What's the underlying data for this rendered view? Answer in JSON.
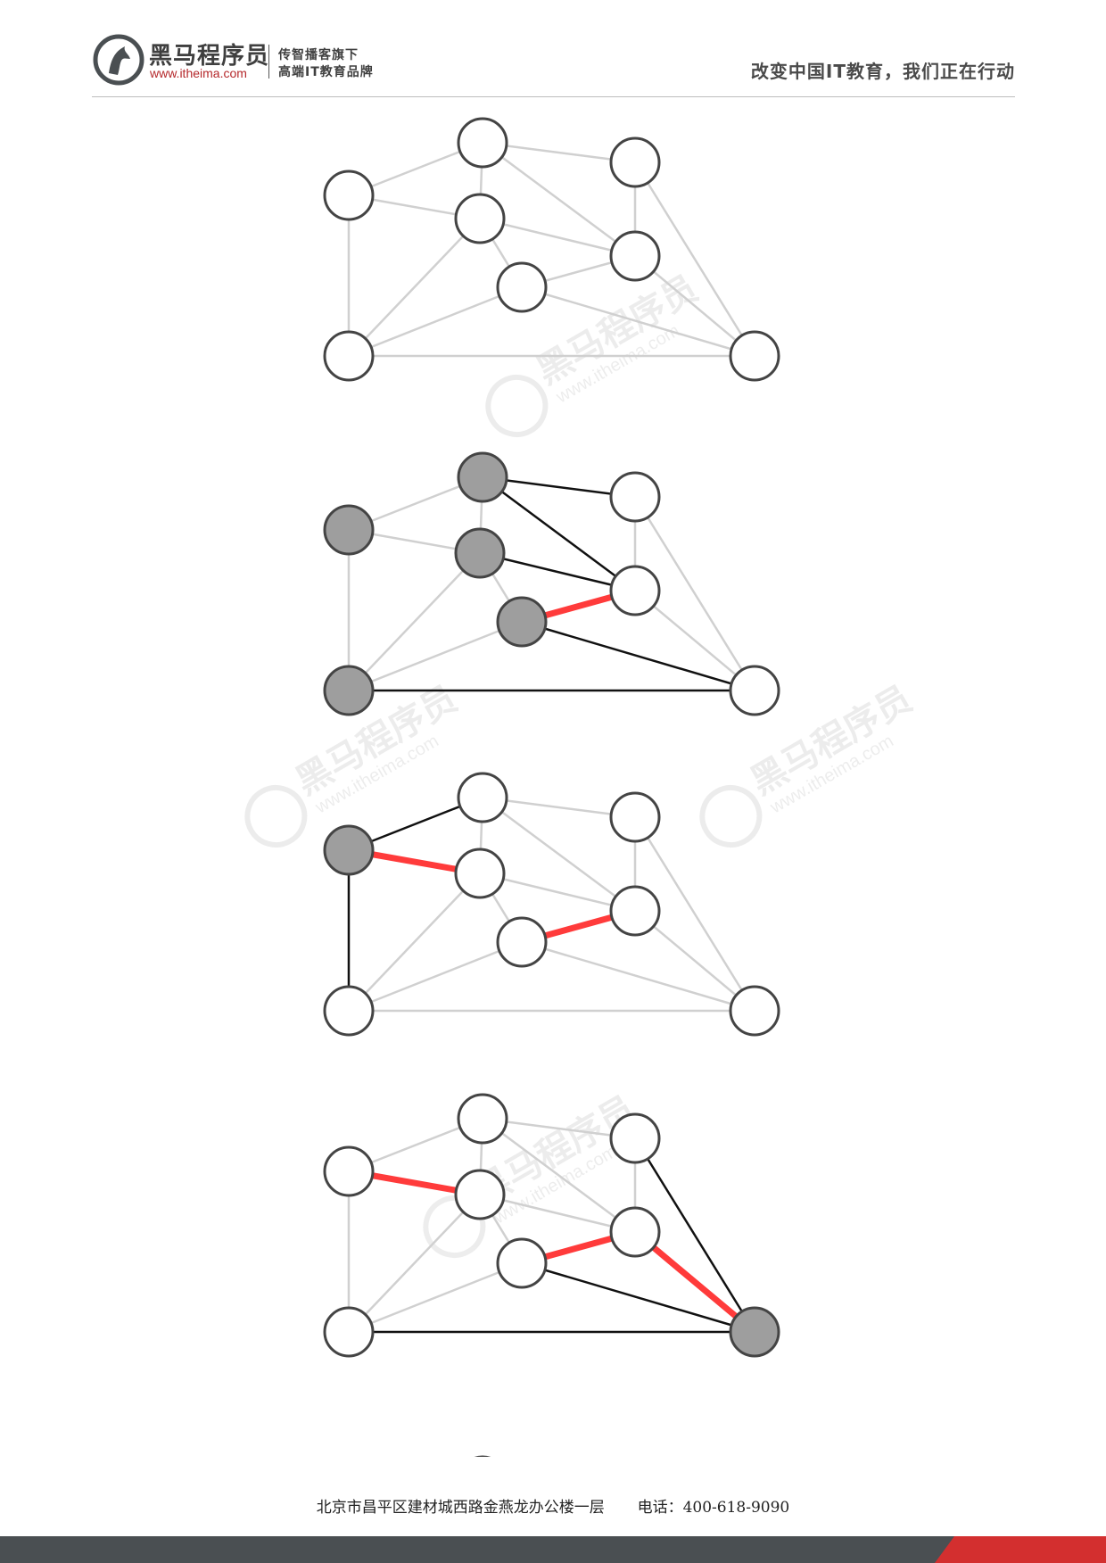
{
  "header": {
    "brand_name": "黑马程序员",
    "brand_url": "www.itheima.com",
    "brand_sub_line1": "传智播客旗下",
    "brand_sub_line2": "高端IT教育品牌",
    "slogan": "改变中国IT教育，我们正在行动"
  },
  "footer": {
    "address": "北京市昌平区建材城西路金燕龙办公楼一层",
    "phone": "电话：400-618-9090"
  },
  "colors": {
    "edge_default": "#d0d0d0",
    "edge_dark": "#111111",
    "edge_highlight": "#ff3b3b",
    "node_fill_white": "#ffffff",
    "node_fill_visited": "#9e9e9e",
    "node_stroke": "#444444",
    "brand_red": "#b5282b",
    "footer_dark": "#4a4f52",
    "footer_red": "#d32f2f"
  },
  "watermark": {
    "brand": "黑马程序员",
    "url": "www.itheima.com"
  },
  "graph": {
    "nodes": [
      "a",
      "b",
      "c",
      "d",
      "e",
      "f",
      "g",
      "h"
    ],
    "edges": [
      [
        "a",
        "b"
      ],
      [
        "a",
        "c"
      ],
      [
        "a",
        "g"
      ],
      [
        "b",
        "c"
      ],
      [
        "b",
        "d"
      ],
      [
        "b",
        "f"
      ],
      [
        "c",
        "e"
      ],
      [
        "c",
        "f"
      ],
      [
        "c",
        "g"
      ],
      [
        "d",
        "f"
      ],
      [
        "d",
        "h"
      ],
      [
        "e",
        "f"
      ],
      [
        "e",
        "g"
      ],
      [
        "e",
        "h"
      ],
      [
        "f",
        "h"
      ],
      [
        "g",
        "h"
      ]
    ],
    "panels": [
      {
        "visited": [],
        "highlight": [],
        "dark": []
      },
      {
        "visited": [
          "a",
          "b",
          "c",
          "e",
          "g"
        ],
        "highlight": [
          [
            "e",
            "f"
          ]
        ],
        "dark": [
          [
            "b",
            "d"
          ],
          [
            "b",
            "f"
          ],
          [
            "c",
            "f"
          ],
          [
            "e",
            "h"
          ],
          [
            "g",
            "h"
          ]
        ]
      },
      {
        "visited": [
          "a"
        ],
        "highlight": [
          [
            "a",
            "c"
          ],
          [
            "e",
            "f"
          ]
        ],
        "dark": [
          [
            "a",
            "b"
          ],
          [
            "a",
            "g"
          ]
        ]
      },
      {
        "visited": [
          "h"
        ],
        "highlight": [
          [
            "a",
            "c"
          ],
          [
            "e",
            "f"
          ],
          [
            "f",
            "h"
          ]
        ],
        "dark": [
          [
            "d",
            "h"
          ],
          [
            "e",
            "h"
          ],
          [
            "g",
            "h"
          ]
        ]
      },
      {
        "visited": [
          "b"
        ],
        "highlight": [],
        "dark": [],
        "partial": true
      }
    ]
  }
}
